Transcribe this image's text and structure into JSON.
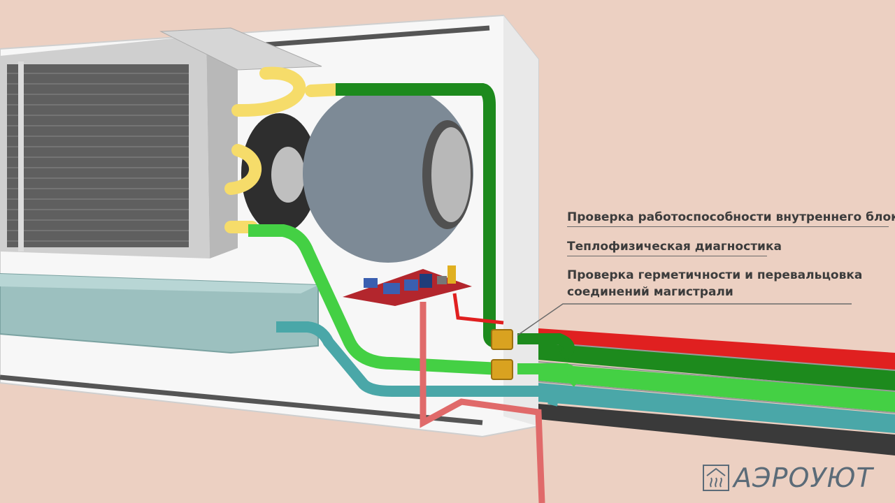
{
  "annotations": [
    "Проверка работоспособности внутреннего блока",
    "Теплофизическая диагностика",
    "Проверка герметичности и перевальцовка",
    "соединений магистрали"
  ],
  "logo": {
    "text": "АЭРОУЮТ",
    "icon": "heat-waves-icon"
  },
  "colors": {
    "background": "#ecd0c2",
    "pipe_green_dark": "#1d8a1d",
    "pipe_green_light": "#44d044",
    "pipe_teal": "#4aa7a8",
    "pipe_red": "#e02020",
    "wire_pink": "#e06a6a",
    "coil_yellow": "#f6dc6a",
    "fan_grey": "#7d8a96",
    "fitting_brass": "#d9a220"
  }
}
